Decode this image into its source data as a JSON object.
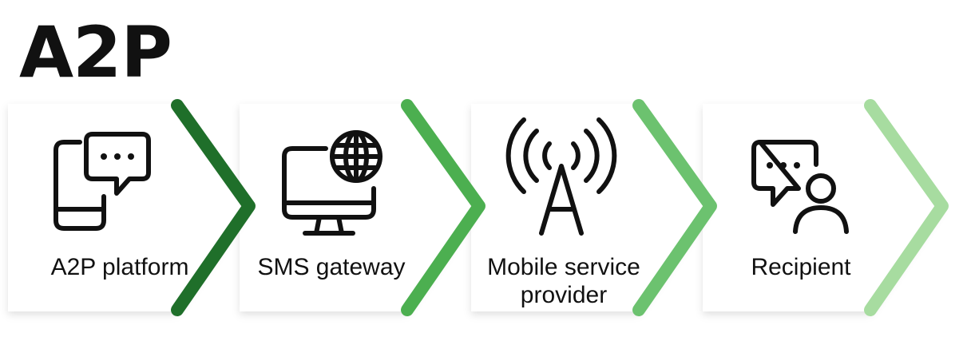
{
  "title": "A2P",
  "colors": {
    "step1": "#1f6f2a",
    "step2": "#4caf50",
    "step3": "#6cc26f",
    "step4": "#a7dca0"
  },
  "steps": [
    {
      "label": "A2P platform",
      "icon": "smartphone-chat-icon",
      "color": "#1f6f2a"
    },
    {
      "label": "SMS gateway",
      "icon": "monitor-globe-icon",
      "color": "#4caf50"
    },
    {
      "label": "Mobile service\nprovider",
      "icon": "cell-tower-icon",
      "color": "#6cc26f"
    },
    {
      "label": "Recipient",
      "icon": "user-chat-icon",
      "color": "#a7dca0"
    }
  ]
}
